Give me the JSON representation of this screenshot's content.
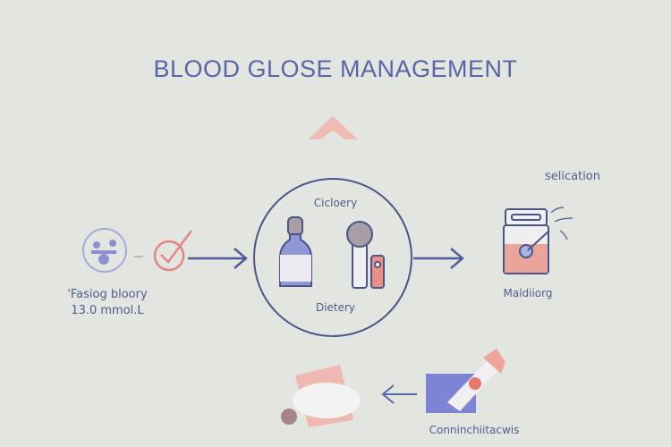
{
  "title": "BLOOD GLOSE MANAGEMENT",
  "left": {
    "line1": "'Fasiog bloory",
    "line2": "13.0 mmol.L"
  },
  "center": {
    "top_label": "Cicloery",
    "bottom_label": "Dietery"
  },
  "right": {
    "top_label": "selication",
    "bottom_label": "Maldiiorg"
  },
  "bottom": {
    "label": "Conninchiitacwis"
  },
  "colors": {
    "accent": "#5866a6",
    "pink": "#e8908a",
    "background": "#e3e6e0"
  }
}
